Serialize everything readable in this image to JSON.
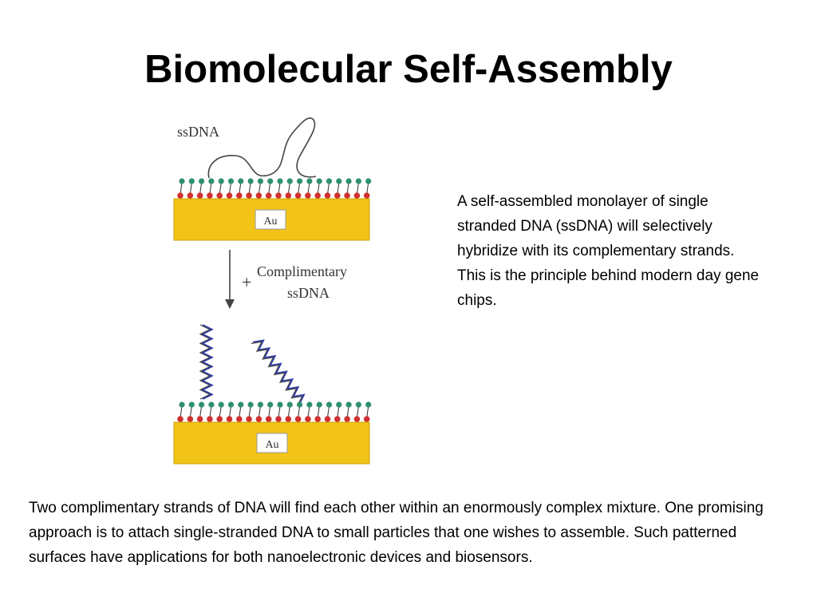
{
  "slide": {
    "title": "Biomolecular Self-Assembly",
    "side_text": "A self-assembled monolayer of single stranded DNA (ssDNA) will selectively hybridize with its complementary strands. This is the principle behind modern day gene chips.",
    "bottom_text": "Two complimentary strands of DNA will find each other within an enormously complex mixture. One promising approach is to attach single-stranded DNA to small particles that one wishes to assemble. Such patterned surfaces have applications for both nanoelectronic devices and biosensors."
  },
  "figure": {
    "top_label": "ssDNA",
    "substrate_label_top": "Au",
    "step_symbol": "+",
    "step_label_line1": "Complimentary",
    "step_label_line2": "ssDNA",
    "substrate_label_bottom": "Au"
  },
  "colors": {
    "gold": "#f2c417",
    "gold_edge": "#caa000",
    "head_green": "#2f8f6f",
    "head_red": "#d23030",
    "strand_gray": "#444444",
    "strand_blue": "#2a36a8"
  }
}
